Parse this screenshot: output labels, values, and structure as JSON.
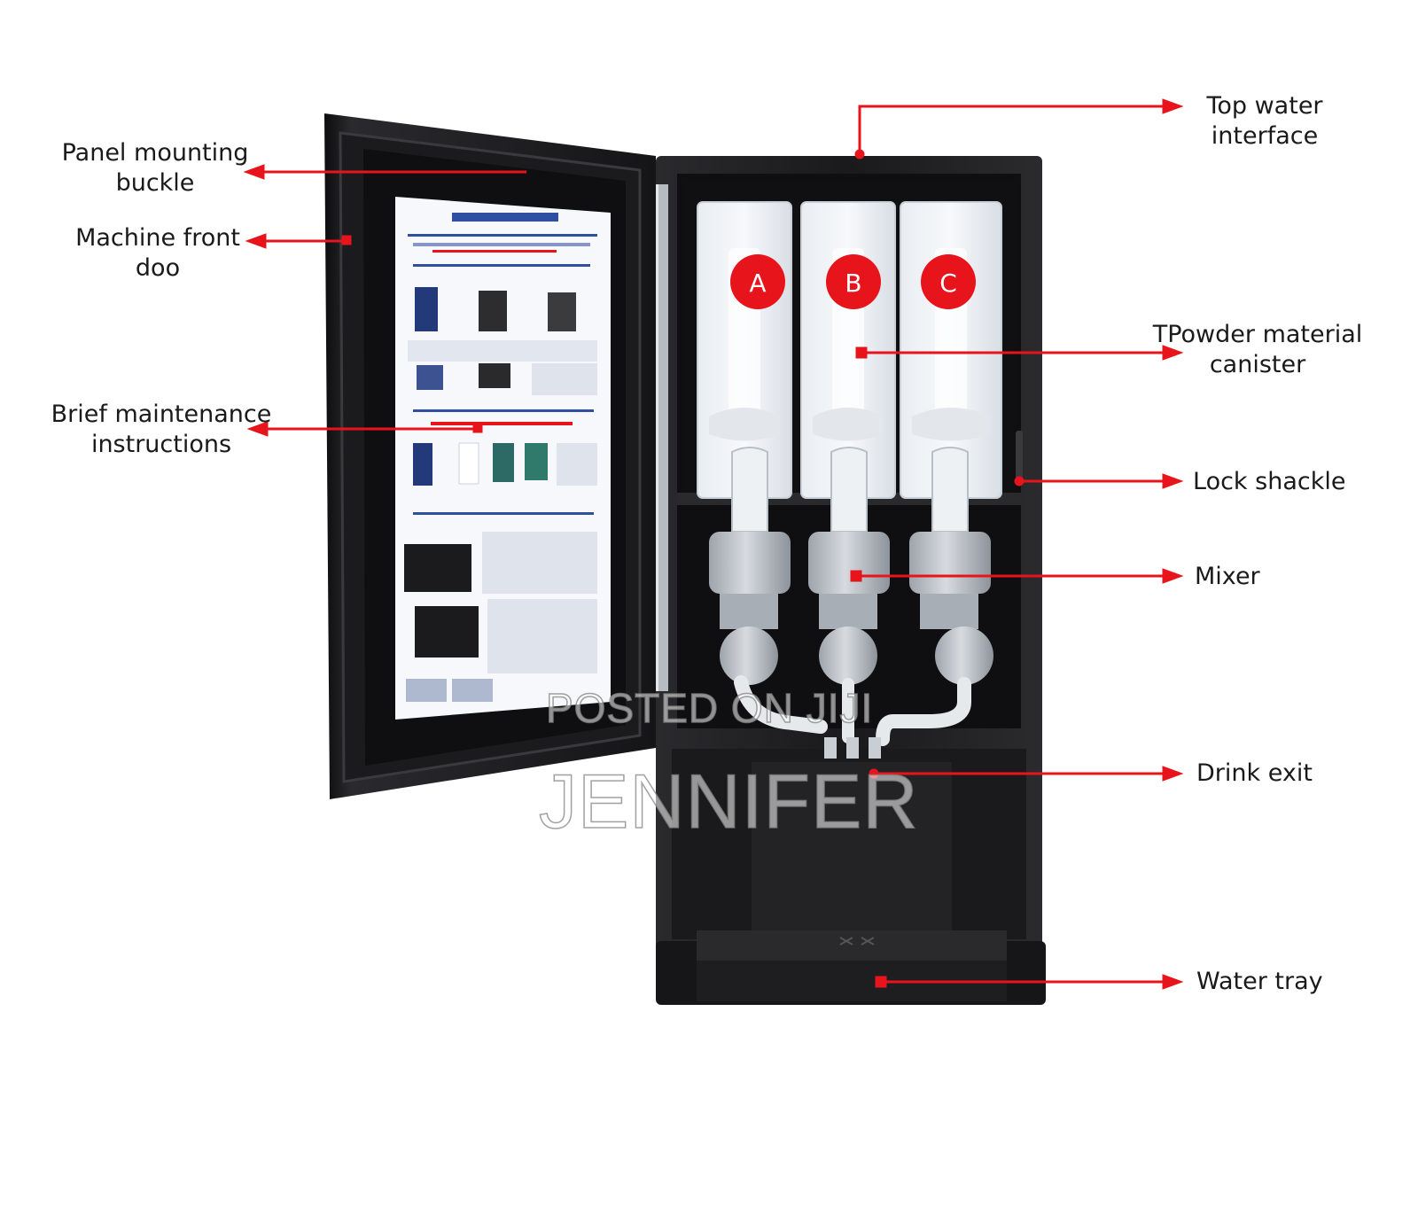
{
  "colors": {
    "arrow": "#e8141c",
    "canister_badge": "#e8141c",
    "machine_body": "#1b1b1d",
    "door_frame": "#141416",
    "manual_paper": "#f7f8fb",
    "manual_accent": "#2f4fa0"
  },
  "labels": {
    "panel_mounting_buckle": [
      "Panel mounting",
      "buckle"
    ],
    "machine_front_door": [
      "Machine front",
      "doo"
    ],
    "brief_maintenance_instructions": [
      "Brief maintenance",
      "instructions"
    ],
    "top_water_interface": [
      "Top water",
      "interface"
    ],
    "powder_material_canister": [
      "TPowder material",
      "canister"
    ],
    "lock_shackle": [
      "Lock shackle"
    ],
    "mixer": [
      "Mixer"
    ],
    "drink_exit": [
      "Drink exit"
    ],
    "water_tray": [
      "Water tray"
    ]
  },
  "canisters": [
    "A",
    "B",
    "C"
  ],
  "watermark": {
    "line1": "POSTED ON JIJI",
    "line2": "JENNIFER"
  }
}
